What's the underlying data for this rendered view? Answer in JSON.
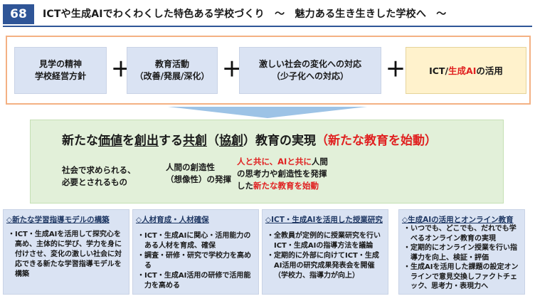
{
  "header": {
    "slide_number": "68",
    "title": "ICTや生成AIでわくわくした特色ある学校づくり　～　魅力ある生き生きした学校へ　～"
  },
  "top": {
    "item1": [
      "見学の精神",
      "学校経営方針"
    ],
    "item2": [
      "教育活動",
      "（改善/発展/深化）"
    ],
    "item3": [
      "激しい社会の変化への対応",
      "（少子化への対応）"
    ],
    "item4_prefix": "ICT/",
    "item4_red": "生成AI",
    "item4_suffix": "の活用",
    "plus": "＋"
  },
  "green": {
    "title_parts": [
      "新たな",
      "価値",
      "を",
      "創出",
      "する",
      "共創",
      "（",
      "協創",
      "）教育の実現",
      "（新たな教育を始動）"
    ],
    "col1": [
      "社会で求められる、",
      "必要とされるもの"
    ],
    "col2": [
      "人間の創造性",
      "（想像性）の発揮"
    ],
    "col3_line1_red": "人と共に、AIと共に",
    "col3_line1_tail": "人間",
    "col3_line2": "の思考力や創造性を発揮",
    "col3_line3_prefix": "した",
    "col3_line3_red": "新たな教育を始動"
  },
  "cards": [
    {
      "heading": "◇新たな学習指導モデルの構築",
      "bullets": [
        "ICT・生成AIを活用して探究心を高め、主体的に学び、学力を身に付けさせ、変化の激しい社会に対応できる新たな学習指導モデルを構築"
      ]
    },
    {
      "heading": "◇人材育成・人材確保",
      "bullets": [
        "ICT・生成AIに関心・活用能力のある人材を育成、確保",
        "調査・研修・研究で学校力を高める",
        "ICT・生成AI活用の研修で活用能力を高める"
      ]
    },
    {
      "heading": "◇ICT・生成AIを活用した授業研究",
      "bullets": [
        "全教員が定例的に授業研究を行いICT・生成AIの指導方法を議論",
        "定期的に外部に向けてICT・生成AI活用の研究成果発表会を開催（学校力、指導力が向上）"
      ]
    },
    {
      "heading": "◇生成AIの活用とオンライン教育",
      "bullets": [
        "いつでも、どこでも、だれでも学べるオンライン教育の実現",
        "定期的にオンライン授業を行い指導力を向上、検証・評価",
        "生成AIを活用した課題の設定オンラインで意見交換しファクトチェック、思考力・表現力へ"
      ]
    }
  ],
  "colors": {
    "accent": "#2f5597",
    "frame": "#f4b183",
    "green": "#e2f0d9",
    "blue_box": "#dae3f3",
    "highlight": "#fff2cc",
    "red": "#e02020"
  }
}
